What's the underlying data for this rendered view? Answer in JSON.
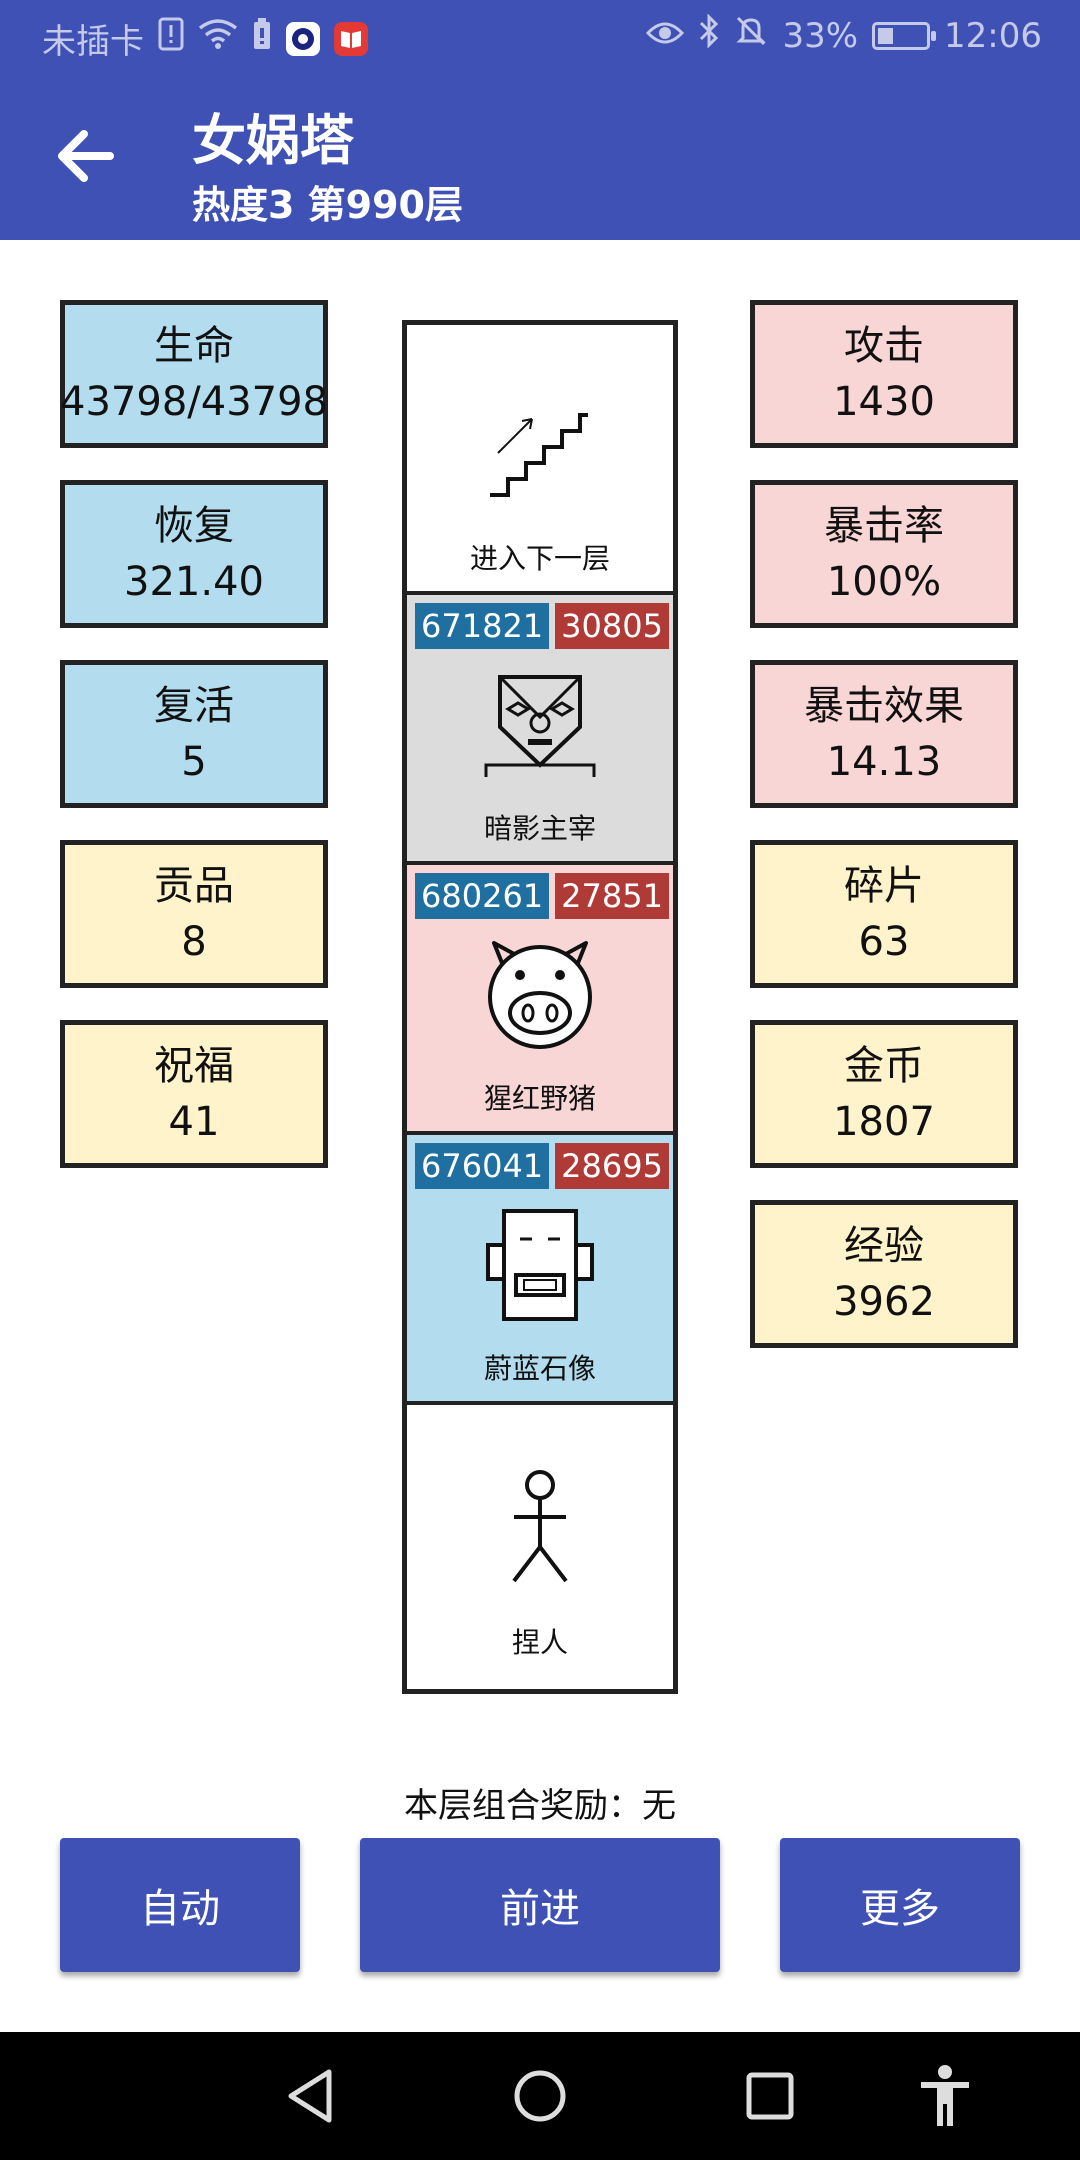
{
  "status_bar": {
    "carrier": "未插卡",
    "battery_percent": "33%",
    "time": "12:06",
    "battery_level": 0.33,
    "icons": [
      "sim-alert-icon",
      "wifi-icon",
      "battery-saver-icon",
      "app-icon-blue",
      "app-icon-red",
      "eye-icon",
      "bluetooth-icon",
      "mute-icon",
      "battery-icon"
    ]
  },
  "header": {
    "title": "女娲塔",
    "subtitle": "热度3 第990层"
  },
  "left_stats": [
    {
      "label": "生命",
      "value": "43798/43798",
      "color": "blue"
    },
    {
      "label": "恢复",
      "value": "321.40",
      "color": "blue"
    },
    {
      "label": "复活",
      "value": "5",
      "color": "blue"
    },
    {
      "label": "贡品",
      "value": "8",
      "color": "yellow"
    },
    {
      "label": "祝福",
      "value": "41",
      "color": "yellow"
    }
  ],
  "right_stats": [
    {
      "label": "攻击",
      "value": "1430",
      "color": "pink"
    },
    {
      "label": "暴击率",
      "value": "100%",
      "color": "pink"
    },
    {
      "label": "暴击效果",
      "value": "14.13",
      "color": "pink"
    },
    {
      "label": "碎片",
      "value": "63",
      "color": "yellow"
    },
    {
      "label": "金币",
      "value": "1807",
      "color": "yellow"
    },
    {
      "label": "经验",
      "value": "3962",
      "color": "yellow"
    }
  ],
  "tower": [
    {
      "name": "进入下一层",
      "icon": "stairs-icon",
      "hp": "",
      "atk": "",
      "color": "white"
    },
    {
      "name": "暗影主宰",
      "icon": "shadow-lord-icon",
      "hp": "671821",
      "atk": "30805",
      "color": "gray"
    },
    {
      "name": "猩红野猪",
      "icon": "boar-icon",
      "hp": "680261",
      "atk": "27851",
      "color": "pink"
    },
    {
      "name": "蔚蓝石像",
      "icon": "statue-icon",
      "hp": "676041",
      "atk": "28695",
      "color": "blue"
    },
    {
      "name": "捏人",
      "icon": "player-icon",
      "hp": "",
      "atk": "",
      "color": "white"
    }
  ],
  "bonus_text": "本层组合奖励：无",
  "buttons": {
    "auto": "自动",
    "forward": "前进",
    "more": "更多"
  },
  "colors": {
    "primary": "#3f51b5",
    "stat_blue": "#b3dcef",
    "stat_pink": "#f9d6d6",
    "stat_yellow": "#fff3cc",
    "badge_hp": "#1f6fa0",
    "badge_atk": "#b03a36"
  }
}
